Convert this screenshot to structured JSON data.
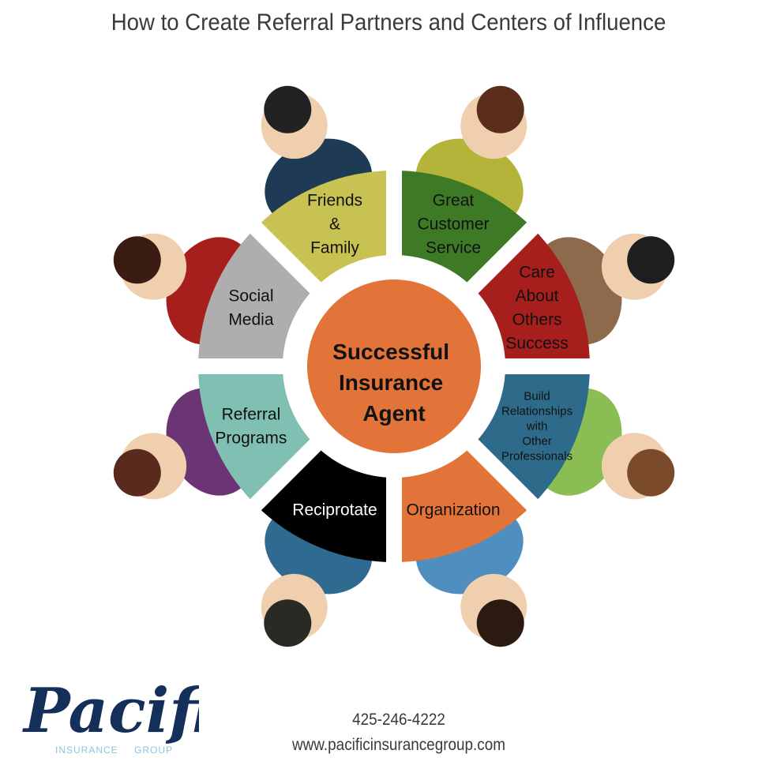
{
  "title": "How to Create Referral Partners and Centers of Influence",
  "center": {
    "lines": [
      "Successful",
      "Insurance",
      "Agent"
    ],
    "color": "#e2743a"
  },
  "segments": [
    {
      "id": "friends-family",
      "lines": [
        "Friends",
        "&",
        "Family"
      ],
      "color": "#c8c253",
      "text_color": "#111111"
    },
    {
      "id": "great-customer-service",
      "lines": [
        "Great",
        "Customer",
        "Service"
      ],
      "color": "#3e7a26",
      "text_color": "#111111"
    },
    {
      "id": "care-about-others-success",
      "lines": [
        "Care",
        "About",
        "Others",
        "Success"
      ],
      "color": "#a71f1c",
      "text_color": "#111111"
    },
    {
      "id": "build-relationships",
      "lines": [
        "Build",
        "Relationships",
        "with",
        "Other",
        "Professionals"
      ],
      "color": "#2e6a8a",
      "text_color": "#111111"
    },
    {
      "id": "organization",
      "lines": [
        "Organization"
      ],
      "color": "#e2743a",
      "text_color": "#111111"
    },
    {
      "id": "reciprotate",
      "lines": [
        "Reciprotate"
      ],
      "color": "#000000",
      "text_color": "#ffffff"
    },
    {
      "id": "referral-programs",
      "lines": [
        "Referral",
        "Programs"
      ],
      "color": "#7fc0b3",
      "text_color": "#111111"
    },
    {
      "id": "social-media",
      "lines": [
        "Social",
        "Media"
      ],
      "color": "#aeaeae",
      "text_color": "#111111"
    }
  ],
  "people_colors": [
    {
      "shirt": "#1f3a55",
      "hair": "#222222"
    },
    {
      "shirt": "#b5b43a",
      "hair": "#5a2e1a"
    },
    {
      "shirt": "#8e6a4c",
      "hair": "#1e1e1e"
    },
    {
      "shirt": "#8bbd55",
      "hair": "#7a4a2a"
    },
    {
      "shirt": "#4f8fc0",
      "hair": "#2b1a10"
    },
    {
      "shirt": "#2f6a90",
      "hair": "#2a2a24"
    },
    {
      "shirt": "#6b3575",
      "hair": "#5a2a1e"
    },
    {
      "shirt": "#a71f1c",
      "hair": "#3a1c12"
    }
  ],
  "contact": {
    "phone": "425-246-4222",
    "website": "www.pacificinsurancegroup.com"
  },
  "logo": {
    "name": "Pacific",
    "tagline_left": "INSURANCE",
    "tagline_right": "GROUP",
    "color": "#14305a",
    "tagline_color": "#8fc3dc"
  }
}
